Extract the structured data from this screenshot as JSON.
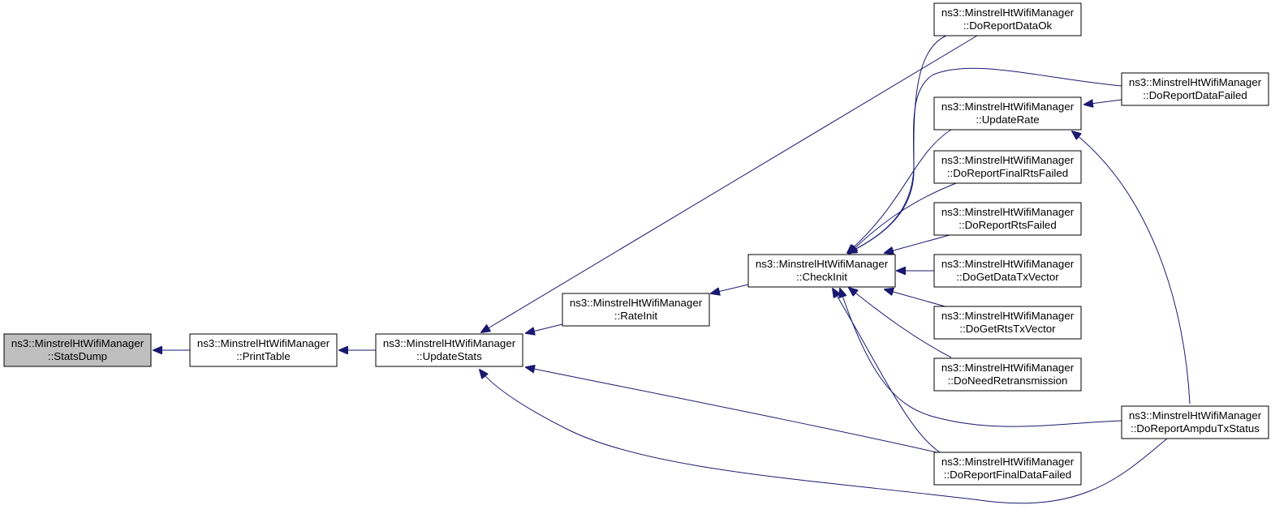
{
  "graph": {
    "edge_color": "#191970",
    "current_node_fill": "#bfbfbf",
    "nodes": [
      {
        "id": "statsdump",
        "line1": "ns3::MinstrelHtWifiManager",
        "line2": "::StatsDump",
        "current": true
      },
      {
        "id": "printtable",
        "line1": "ns3::MinstrelHtWifiManager",
        "line2": "::PrintTable"
      },
      {
        "id": "updatestats",
        "line1": "ns3::MinstrelHtWifiManager",
        "line2": "::UpdateStats"
      },
      {
        "id": "rateinit",
        "line1": "ns3::MinstrelHtWifiManager",
        "line2": "::RateInit"
      },
      {
        "id": "checkinit",
        "line1": "ns3::MinstrelHtWifiManager",
        "line2": "::CheckInit"
      },
      {
        "id": "doreportdataok",
        "line1": "ns3::MinstrelHtWifiManager",
        "line2": "::DoReportDataOk"
      },
      {
        "id": "updaterate",
        "line1": "ns3::MinstrelHtWifiManager",
        "line2": "::UpdateRate"
      },
      {
        "id": "doreportfinalrtsfailed",
        "line1": "ns3::MinstrelHtWifiManager",
        "line2": "::DoReportFinalRtsFailed"
      },
      {
        "id": "doreportrtsfailed",
        "line1": "ns3::MinstrelHtWifiManager",
        "line2": "::DoReportRtsFailed"
      },
      {
        "id": "dogetdatatxvector",
        "line1": "ns3::MinstrelHtWifiManager",
        "line2": "::DoGetDataTxVector"
      },
      {
        "id": "dogetrtstxvector",
        "line1": "ns3::MinstrelHtWifiManager",
        "line2": "::DoGetRtsTxVector"
      },
      {
        "id": "doneedretransmission",
        "line1": "ns3::MinstrelHtWifiManager",
        "line2": "::DoNeedRetransmission"
      },
      {
        "id": "doreportfinaldatafailed",
        "line1": "ns3::MinstrelHtWifiManager",
        "line2": "::DoReportFinalDataFailed"
      },
      {
        "id": "doreportdatafailed",
        "line1": "ns3::MinstrelHtWifiManager",
        "line2": "::DoReportDataFailed"
      },
      {
        "id": "doreportampdutxstatus",
        "line1": "ns3::MinstrelHtWifiManager",
        "line2": "::DoReportAmpduTxStatus"
      }
    ],
    "edges": [
      {
        "from": "printtable",
        "to": "statsdump"
      },
      {
        "from": "updatestats",
        "to": "printtable"
      },
      {
        "from": "rateinit",
        "to": "updatestats"
      },
      {
        "from": "doreportdataok",
        "to": "updatestats"
      },
      {
        "from": "doreportfinaldatafailed",
        "to": "updatestats"
      },
      {
        "from": "doreportampdutxstatus",
        "to": "updatestats"
      },
      {
        "from": "checkinit",
        "to": "rateinit"
      },
      {
        "from": "doreportdataok",
        "to": "checkinit"
      },
      {
        "from": "doreportdatafailed",
        "to": "checkinit"
      },
      {
        "from": "updaterate",
        "to": "checkinit"
      },
      {
        "from": "doreportfinalrtsfailed",
        "to": "checkinit"
      },
      {
        "from": "doreportrtsfailed",
        "to": "checkinit"
      },
      {
        "from": "dogetdatatxvector",
        "to": "checkinit"
      },
      {
        "from": "dogetrtstxvector",
        "to": "checkinit"
      },
      {
        "from": "doneedretransmission",
        "to": "checkinit"
      },
      {
        "from": "doreportampdutxstatus",
        "to": "checkinit"
      },
      {
        "from": "doreportfinaldatafailed",
        "to": "checkinit"
      },
      {
        "from": "doreportdatafailed",
        "to": "updaterate"
      },
      {
        "from": "doreportampdutxstatus",
        "to": "updaterate"
      }
    ]
  }
}
